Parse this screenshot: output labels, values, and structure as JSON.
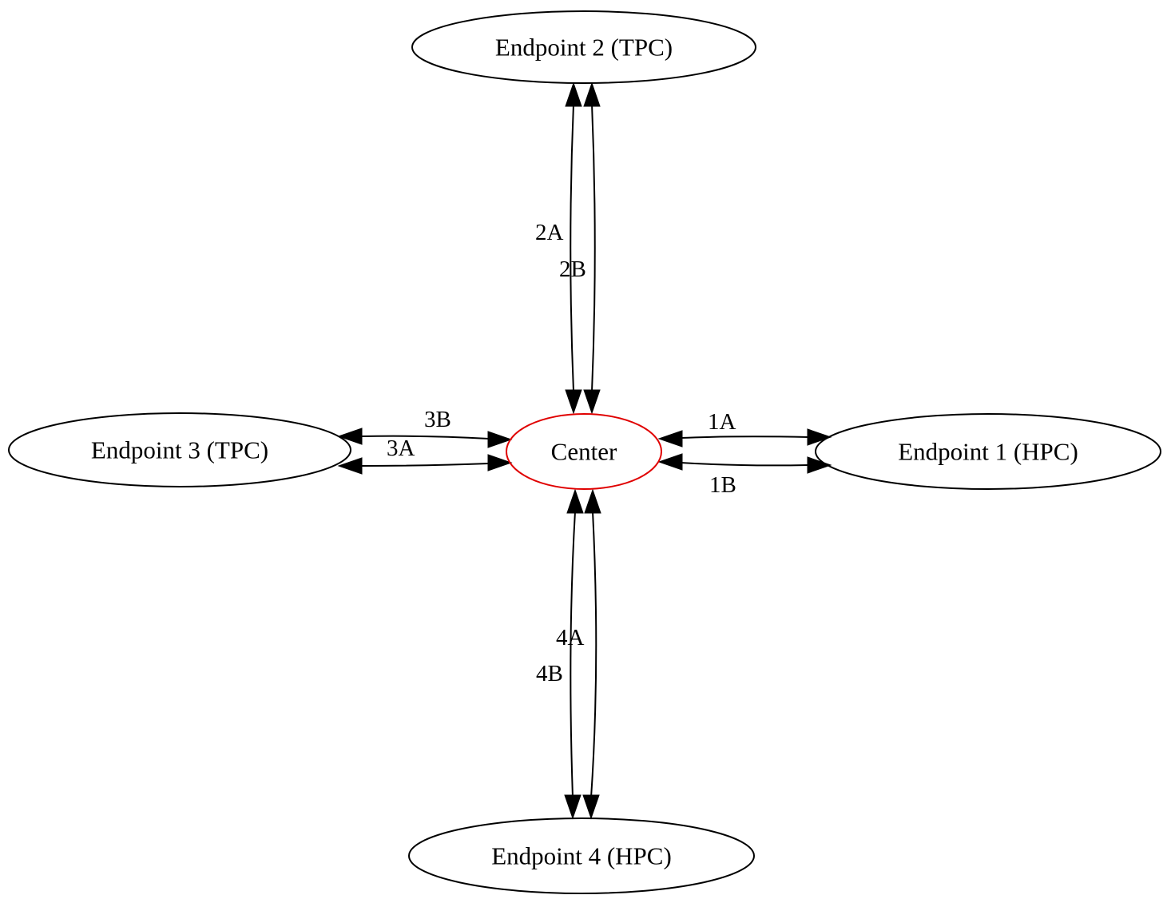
{
  "nodes": {
    "center": {
      "label": "Center"
    },
    "endpoint1": {
      "label": "Endpoint 1 (HPC)"
    },
    "endpoint2": {
      "label": "Endpoint 2 (TPC)"
    },
    "endpoint3": {
      "label": "Endpoint 3 (TPC)"
    },
    "endpoint4": {
      "label": "Endpoint 4 (HPC)"
    }
  },
  "edges": {
    "e1a": {
      "label": "1A"
    },
    "e1b": {
      "label": "1B"
    },
    "e2a": {
      "label": "2A"
    },
    "e2b": {
      "label": "2B"
    },
    "e3a": {
      "label": "3A"
    },
    "e3b": {
      "label": "3B"
    },
    "e4a": {
      "label": "4A"
    },
    "e4b": {
      "label": "4B"
    }
  },
  "colors": {
    "center_outline": "#e00000",
    "outline": "#000000"
  }
}
